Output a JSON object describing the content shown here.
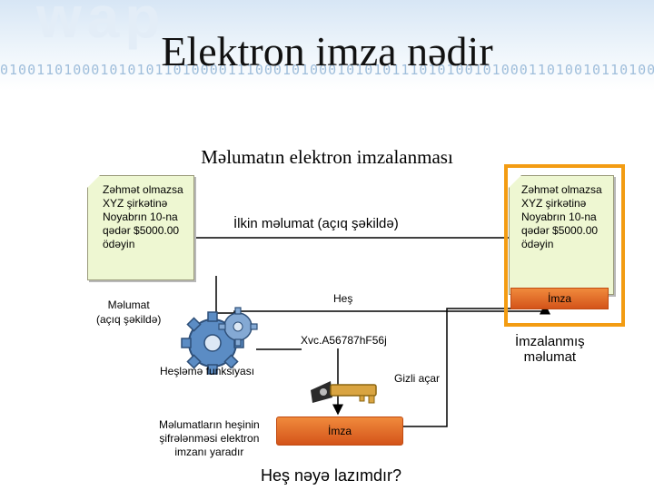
{
  "slide": {
    "title": "Elektron imza nədir",
    "header_watermark": "wap",
    "header_binary": "0100110100010101011010000111000101000101010111010100101000110100101101001011"
  },
  "diagram": {
    "subtitle": "Məlumatın elektron imzalanması",
    "left_note_text": "Zəhmət olmazsa\nXYZ şirkətinə\nNoyabrın 10-na\nqədər $5000.00\nödəyin",
    "right_note_text": "Zəhmət olmazsa\nXYZ şirkətinə\nNoyabrın 10-na\nqədər $5000.00\nödəyin",
    "original_message_label": "İlkin məlumat (açıq şəkildə)",
    "plain_message_label": "Məlumat\n(açıq şəkildə)",
    "hash_function_label": "Heşləmə funksiyası",
    "hash_label": "Heş",
    "hash_value": "Xvc.A56787hF56j",
    "secret_key_label": "Gizli açar",
    "signature_bar_label": "İmza",
    "signature_output_label": "İmza",
    "signed_message_label": "İmzalanmış\nməlumat",
    "encryption_note": "Məlumatların heşinin\nşifrələnməsi elektron\nimzanı yaradır",
    "question": "Heş nəyə lazımdır?"
  },
  "colors": {
    "note_fill": "#eef7d2",
    "signature_orange": "#e06a25",
    "highlight_border": "#f39c12",
    "gear_blue": "#4f7fb4"
  }
}
